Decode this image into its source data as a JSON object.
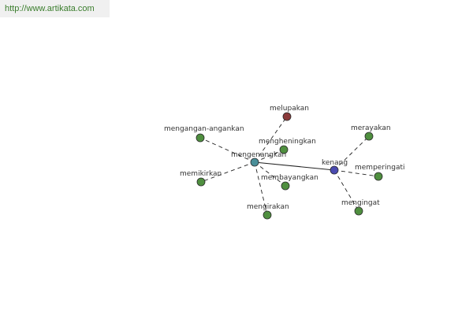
{
  "banner": {
    "url": "http://www.artikata.com"
  },
  "colors": {
    "synonym": "#4f8f3f",
    "center": "#4a8f99",
    "antonym": "#8b3a3a",
    "related": "#4a4ab0",
    "edge": "#222222",
    "outline": "#2b2b2b"
  },
  "diagram": {
    "nodes": [
      {
        "id": "mengenangkan",
        "label": "mengenangkan",
        "role": "center"
      },
      {
        "id": "kenang",
        "label": "kenang",
        "role": "related"
      },
      {
        "id": "melupakan",
        "label": "melupakan",
        "role": "antonym"
      },
      {
        "id": "mengangan-angankan",
        "label": "mengangan-angankan",
        "role": "synonym"
      },
      {
        "id": "mengheningkan",
        "label": "mengheningkan",
        "role": "synonym"
      },
      {
        "id": "memikirkan",
        "label": "memikirkan",
        "role": "synonym"
      },
      {
        "id": "membayangkan",
        "label": "membayangkan",
        "role": "synonym"
      },
      {
        "id": "mengirakan",
        "label": "mengirakan",
        "role": "synonym"
      },
      {
        "id": "merayakan",
        "label": "merayakan",
        "role": "synonym"
      },
      {
        "id": "memperingati",
        "label": "memperingati",
        "role": "synonym"
      },
      {
        "id": "mengingat",
        "label": "mengingat",
        "role": "synonym"
      }
    ],
    "edges": [
      {
        "from": "mengenangkan",
        "to": "kenang",
        "style": "solid"
      },
      {
        "from": "mengenangkan",
        "to": "melupakan",
        "style": "dashed"
      },
      {
        "from": "mengenangkan",
        "to": "mengangan-angankan",
        "style": "dashed"
      },
      {
        "from": "mengenangkan",
        "to": "mengheningkan",
        "style": "dashed"
      },
      {
        "from": "mengenangkan",
        "to": "memikirkan",
        "style": "dashed"
      },
      {
        "from": "mengenangkan",
        "to": "membayangkan",
        "style": "dashed"
      },
      {
        "from": "mengenangkan",
        "to": "mengirakan",
        "style": "dashed"
      },
      {
        "from": "kenang",
        "to": "merayakan",
        "style": "dashed"
      },
      {
        "from": "kenang",
        "to": "memperingati",
        "style": "dashed"
      },
      {
        "from": "kenang",
        "to": "mengingat",
        "style": "dashed"
      }
    ]
  }
}
